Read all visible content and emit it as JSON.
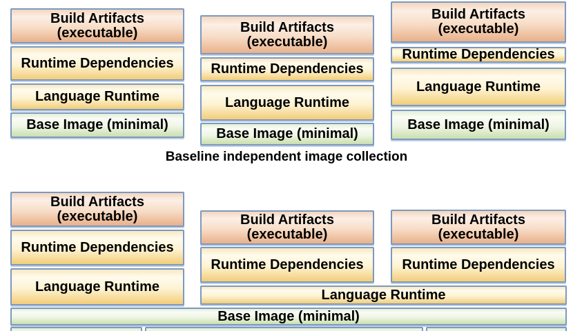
{
  "caption": "Baseline independent image collection",
  "layers": {
    "build": {
      "line1": "Build Artifacts",
      "line2": "(executable)"
    },
    "runtime": {
      "label": "Runtime Dependencies"
    },
    "language": {
      "label": "Language Runtime"
    },
    "base": {
      "label": "Base Image (minimal)"
    }
  },
  "colors": {
    "bg": "#ffffff",
    "text": "#000000",
    "border": "#7b99c1",
    "bevel": "#bfcfe4",
    "build_edge": "#f3d6bf",
    "build_top": "#fcefe5",
    "build_mid": "#f7ddc7",
    "build_bottom": "#e9b18a",
    "yellow_edge": "#f8e8c2",
    "yellow_top": "#fffbec",
    "yellow_mid": "#fdf3d3",
    "yellow_bottom": "#f3cd79",
    "green_edge": "#e4efd7",
    "green_top": "#f9fcf5",
    "green_mid": "#eff6e5",
    "green_bottom": "#cadfae"
  }
}
